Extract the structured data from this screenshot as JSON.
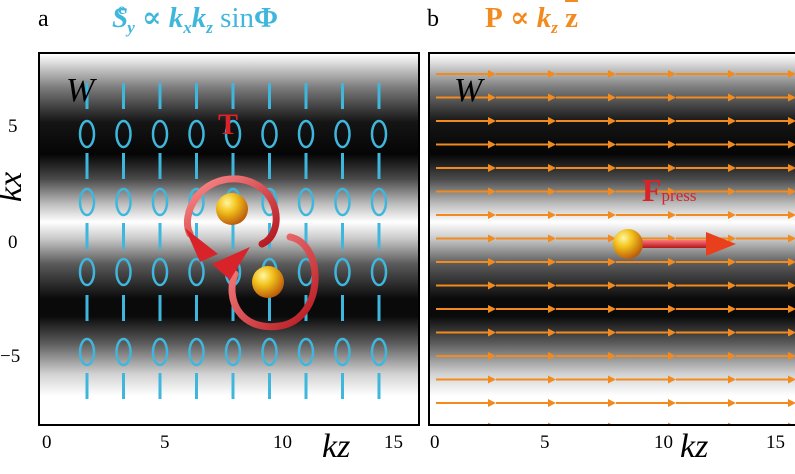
{
  "panel_a": {
    "letter": "a",
    "equation": {
      "S": "S",
      "sup": "e",
      "sub_y": "y",
      "prop": "∝",
      "k1": "k",
      "sub_x": "x",
      "k2": "k",
      "sub_z": "z",
      "sin": "sin",
      "Phi": "Φ"
    },
    "w_label": "W",
    "torque_label": "T",
    "x_ticks": [
      "0",
      "5",
      "10",
      "15"
    ],
    "y_ticks": [
      "5",
      "0",
      "−5"
    ],
    "x_axis_title": "kz",
    "y_axis_title": "kx"
  },
  "panel_b": {
    "letter": "b",
    "equation": {
      "P": "P",
      "prop": "∝",
      "k": "k",
      "sub_z": "z",
      "zbar": "z"
    },
    "w_label": "W",
    "force_label": "F",
    "force_sub": "press",
    "x_ticks": [
      "0",
      "5",
      "10",
      "15"
    ],
    "x_axis_title": "kz"
  },
  "colors": {
    "spin_cyan": "#3fb7dd",
    "polarization_orange": "#f28a1e",
    "torque_red": "#d8232a",
    "sphere_gold": "#f2c21c"
  }
}
